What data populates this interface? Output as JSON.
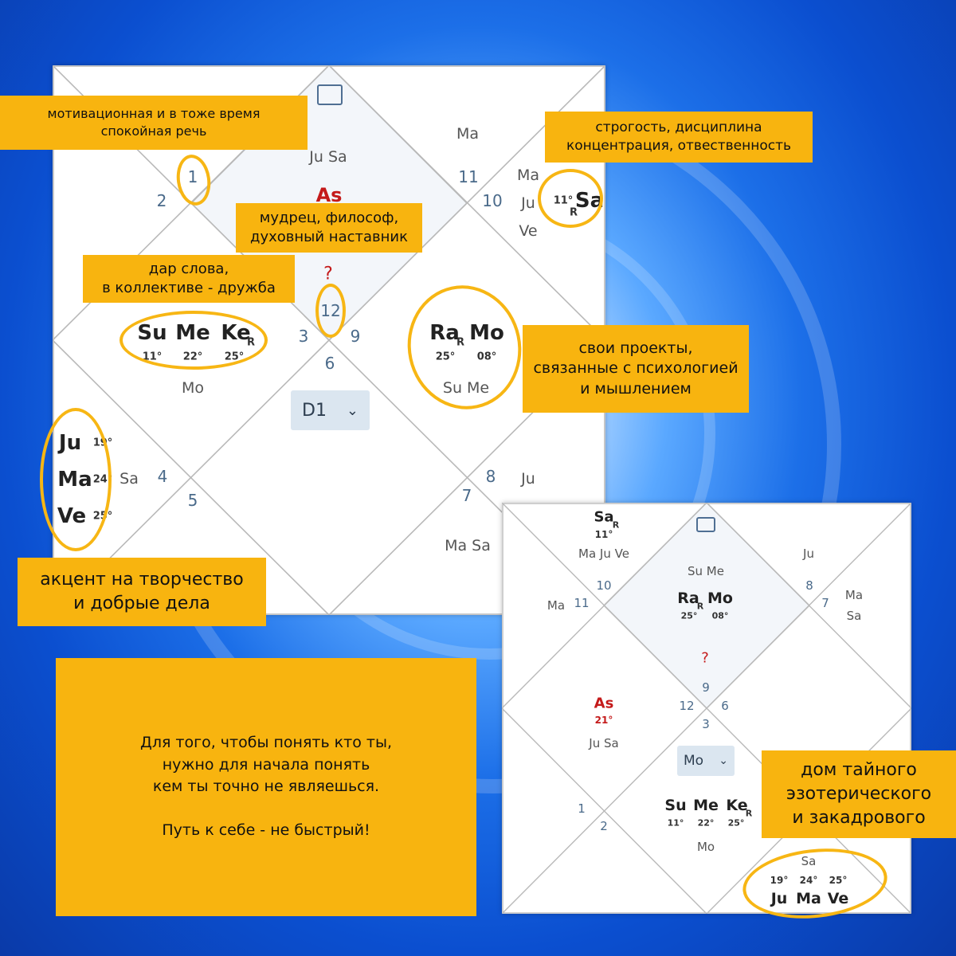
{
  "chart1": {
    "houses": {
      "h1": "1",
      "h2": "2",
      "h3": "3",
      "h4": "4",
      "h5": "5",
      "h6": "6",
      "h7": "7",
      "h8": "8",
      "h9": "9",
      "h10": "10",
      "h11": "11",
      "h12": "12"
    },
    "asc_label": "As",
    "question": "?",
    "top_planets": "Ju Sa",
    "top_right_ma": "Ma",
    "right_col": [
      "Ma",
      "Ju",
      "Ve"
    ],
    "sa_deg": "11°",
    "sa_retro": "R",
    "sa_label": "Sa",
    "left_planets": [
      {
        "name": "Su",
        "deg": "11°"
      },
      {
        "name": "Me",
        "deg": "22°"
      },
      {
        "name": "Ke",
        "deg": "25°",
        "retro": "R"
      }
    ],
    "left_mo": "Mo",
    "right_planets": [
      {
        "name": "Ra",
        "deg": "25°",
        "retro": "R"
      },
      {
        "name": "Mo",
        "deg": "08°"
      }
    ],
    "right_sume": "Su Me",
    "bottom_left_planets": [
      {
        "name": "Ju",
        "deg": "19°"
      },
      {
        "name": "Ma",
        "deg": "24°"
      },
      {
        "name": "Ve",
        "deg": "25°"
      }
    ],
    "bottom_left_sa": "Sa",
    "right_ju": "Ju",
    "bottom_masa": "Ma Sa",
    "dropdown": "D1"
  },
  "chart2": {
    "houses": {
      "h1": "1",
      "h2": "2",
      "h3": "3",
      "h6": "6",
      "h7": "7",
      "h8": "8",
      "h9": "9",
      "h10": "10",
      "h11": "11",
      "h12": "12"
    },
    "sa_label": "Sa",
    "sa_retro": "R",
    "sa_deg": "11°",
    "majuve": "Ma Ju Ve",
    "ma_left": "Ma",
    "ju_top": "Ju",
    "ma_right": "Ma",
    "sa_right": "Sa",
    "sume_top": "Su Me",
    "center_planets": [
      {
        "name": "Ra",
        "deg": "25°",
        "retro": "R"
      },
      {
        "name": "Mo",
        "deg": "08°"
      }
    ],
    "question": "?",
    "asc_label": "As",
    "asc_deg": "21°",
    "jusa": "Ju Sa",
    "dropdown": "Mo",
    "lower_planets": [
      {
        "name": "Su",
        "deg": "11°"
      },
      {
        "name": "Me",
        "deg": "22°"
      },
      {
        "name": "Ke",
        "deg": "25°",
        "retro": "R"
      }
    ],
    "lower_mo": "Mo",
    "bottom_sa": "Sa",
    "bottom_planets": [
      {
        "name": "Ju",
        "deg": "19°"
      },
      {
        "name": "Ma",
        "deg": "24°"
      },
      {
        "name": "Ve",
        "deg": "25°"
      }
    ]
  },
  "notes": {
    "speech": "мотивационная и в тоже время\nспокойная речь",
    "strict": "строгость, дисциплина\nконцентрация, отвественность",
    "sage": "мудрец, философ,\nдуховный наставник",
    "gift": "дар слова,\nв коллективе - дружба",
    "projects": "свои проекты,\nсвязанные с психологией\nи мышлением",
    "creative": "акцент на творчество\nи добрые дела",
    "secret": "дом тайного\nэзотерического\nи закадрового",
    "main": "Для того, чтобы понять кто ты,\nнужно для начала понять\nкем ты точно не являешься.\n\nПуть к себе - не быстрый!"
  }
}
